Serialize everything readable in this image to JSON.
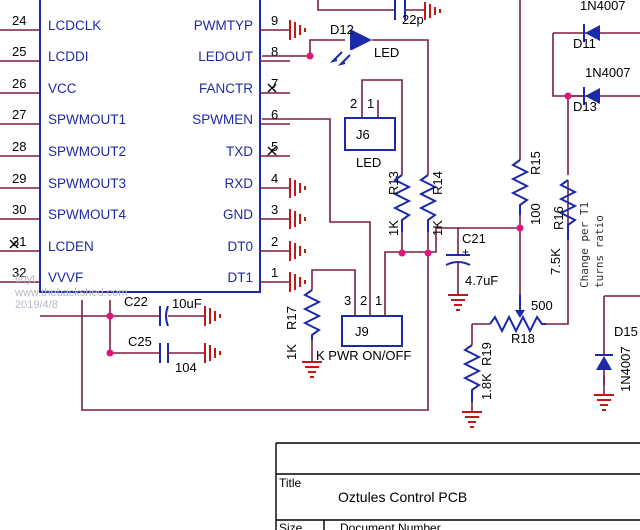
{
  "ic_pins_left": [
    {
      "num": "24",
      "name": "LCDCLK"
    },
    {
      "num": "25",
      "name": "LCDDI"
    },
    {
      "num": "26",
      "name": "VCC"
    },
    {
      "num": "27",
      "name": "SPWMOUT1"
    },
    {
      "num": "28",
      "name": "SPWMOUT2"
    },
    {
      "num": "29",
      "name": "SPWMOUT3"
    },
    {
      "num": "30",
      "name": "SPWMOUT4"
    },
    {
      "num": "31",
      "name": "LCDEN"
    },
    {
      "num": "32",
      "name": "VVVF"
    }
  ],
  "ic_pins_right": [
    {
      "num": "9",
      "name": "PWMTYP"
    },
    {
      "num": "8",
      "name": "LEDOUT"
    },
    {
      "num": "7",
      "name": "FANCTR"
    },
    {
      "num": "6",
      "name": "SPWMEN"
    },
    {
      "num": "5",
      "name": "TXD"
    },
    {
      "num": "4",
      "name": "RXD"
    },
    {
      "num": "3",
      "name": "GND"
    },
    {
      "num": "2",
      "name": "DT0"
    },
    {
      "num": "1",
      "name": "DT1"
    }
  ],
  "components": {
    "c22": {
      "ref": "C22",
      "value": "10uF"
    },
    "c25": {
      "ref": "C25",
      "value": "104"
    },
    "c_top": {
      "value": "22p"
    },
    "d12": {
      "ref": "D12",
      "value": "LED"
    },
    "j6": {
      "ref": "J6",
      "value": "LED",
      "pin_a": "2",
      "pin_b": "1"
    },
    "j9": {
      "ref": "J9",
      "value": "PWR ON/OFF",
      "pin_a": "3",
      "pin_b": "2",
      "pin_c": "1"
    },
    "r13": {
      "ref": "R13",
      "value": "1K"
    },
    "r14": {
      "ref": "R14",
      "value": "1K"
    },
    "r17": {
      "ref": "R17",
      "value": "1K"
    },
    "c21": {
      "ref": "C21",
      "value": "4.7uF",
      "polarity": "+"
    },
    "r15": {
      "ref": "R15",
      "value": "100"
    },
    "r16": {
      "ref": "R16",
      "value": "7.5K"
    },
    "r18": {
      "ref": "R18",
      "value": "500"
    },
    "r19": {
      "ref": "R19",
      "value": "1.8K"
    },
    "d11": {
      "ref": "D11",
      "value": "1N4007"
    },
    "d13": {
      "ref": "D13",
      "value": "1N4007"
    },
    "d15": {
      "ref": "D15",
      "value": "1N4007"
    }
  },
  "note": {
    "line1": "Change per T1",
    "line2": "turns ratio"
  },
  "watermark": {
    "line1": "www.thebackshed.com",
    "line2": "2019/4/8",
    "logo": "tinyt"
  },
  "title_block": {
    "title_label": "Title",
    "title_value": "Oztules Control PCB",
    "size_label": "Size",
    "docnum_label": "Document Number"
  },
  "colors": {
    "wire": "#7a1f3d",
    "part": "#1b2aa8",
    "ground": "#c01818",
    "junction": "#e0157a"
  }
}
